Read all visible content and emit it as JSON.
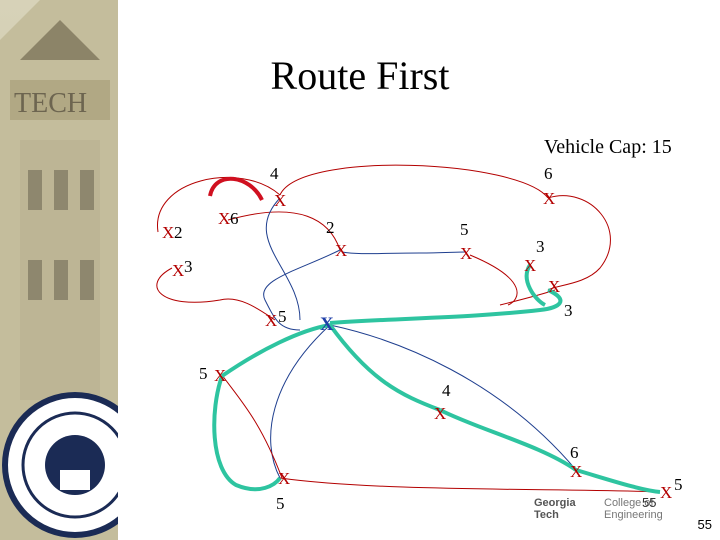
{
  "title": "Route First",
  "vehicle_cap": "Vehicle Cap: 15",
  "page_number": "55",
  "page_number_overlay": "55",
  "logo": {
    "line1": "Georgia",
    "line2": "Tech",
    "line3": "College of",
    "line4": "Engineering"
  },
  "nodes": [
    {
      "id": "n1",
      "marker": "X",
      "label": "2",
      "color": "#b30000"
    },
    {
      "id": "n2",
      "marker": "X",
      "label": "3",
      "color": "#b30000"
    },
    {
      "id": "n3",
      "marker": "X",
      "label": "6",
      "color": "#b30000"
    },
    {
      "id": "n4",
      "marker": "X",
      "label": "4",
      "color": "#b30000"
    },
    {
      "id": "n5",
      "marker": "X",
      "label": "2",
      "color": "#b30000"
    },
    {
      "id": "n6",
      "marker": "X",
      "label": "5",
      "color": "#b30000"
    },
    {
      "id": "n7",
      "marker": "X",
      "label": "6",
      "color": "#b30000"
    },
    {
      "id": "n8",
      "marker": "X",
      "label": "3",
      "color": "#b30000"
    },
    {
      "id": "n9",
      "marker": "X",
      "label": "3",
      "color": "#b30000"
    },
    {
      "id": "n10",
      "marker": "X",
      "label": "5",
      "color": "#b30000"
    },
    {
      "id": "n11",
      "marker": "X",
      "label": "5",
      "color": "#b30000"
    },
    {
      "id": "n12",
      "marker": "X",
      "label": "4",
      "color": "#b30000"
    },
    {
      "id": "n13",
      "marker": "X",
      "label": "5",
      "color": "#b30000"
    },
    {
      "id": "n14",
      "marker": "X",
      "label": "6",
      "color": "#b30000"
    },
    {
      "id": "n15",
      "marker": "X",
      "label": "5",
      "color": "#b30000"
    },
    {
      "id": "depot",
      "marker": "X",
      "label": "",
      "color": "#1f3fa8"
    }
  ],
  "colors": {
    "route_thick": "#2ec4a0",
    "route_thin": "#b30000",
    "connector": "#1f3f8f",
    "highlight": "#d01020"
  }
}
